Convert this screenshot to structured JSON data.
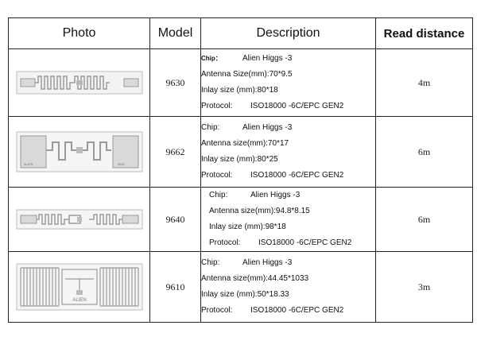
{
  "headers": {
    "photo": "Photo",
    "model": "Model",
    "description": "Description",
    "read_distance": "Read distance"
  },
  "rows": [
    {
      "model": "9630",
      "chip_label": "Chip：",
      "chip": "Alien Higgs -3",
      "antenna_label": "Antenna Size(mm):",
      "antenna": "70*9.5",
      "inlay_label": "Inlay size (mm):",
      "inlay": "80*18",
      "protocol_label": "Protocol:",
      "protocol": "ISO18000 -6C/EPC GEN2",
      "read_distance": "4m"
    },
    {
      "model": "9662",
      "chip_label": "Chip:",
      "chip": "Alien Higgs -3",
      "antenna_label": "Antenna size",
      "antenna": "(mm):70*17",
      "inlay_label": "Inlay size (mm):",
      "inlay": "80*25",
      "protocol_label": "Protocol:",
      "protocol": "ISO18000 -6C/EPC GEN2",
      "read_distance": "6m",
      "photo_text_left": "ALIEN",
      "photo_text_right": "9662"
    },
    {
      "model": "9640",
      "chip_label": "Chip:",
      "chip": "Alien Higgs -3",
      "antenna_label": "Antenna size",
      "antenna": "(mm):94.8*8.15",
      "inlay_label": "Inlay size (mm):",
      "inlay": "98*18",
      "protocol_label": "Protocol:",
      "protocol": "ISO18000 -6C/EPC GEN2",
      "read_distance": "6m"
    },
    {
      "model": "9610",
      "chip_label": "Chip:",
      "chip": "Alien Higgs -3",
      "antenna_label": "Antenna size",
      "antenna": "(mm):44.45*1033",
      "inlay_label": "Inlay size (mm):",
      "inlay": "50*18.33",
      "protocol_label": "Protocol:",
      "protocol": "ISO18000 -6C/EPC GEN2",
      "read_distance": "3m",
      "photo_text": "ALIEN"
    }
  ],
  "colors": {
    "border": "#222222",
    "inlay_line": "#9a9a9a",
    "inlay_fill": "#d9d9d9"
  }
}
